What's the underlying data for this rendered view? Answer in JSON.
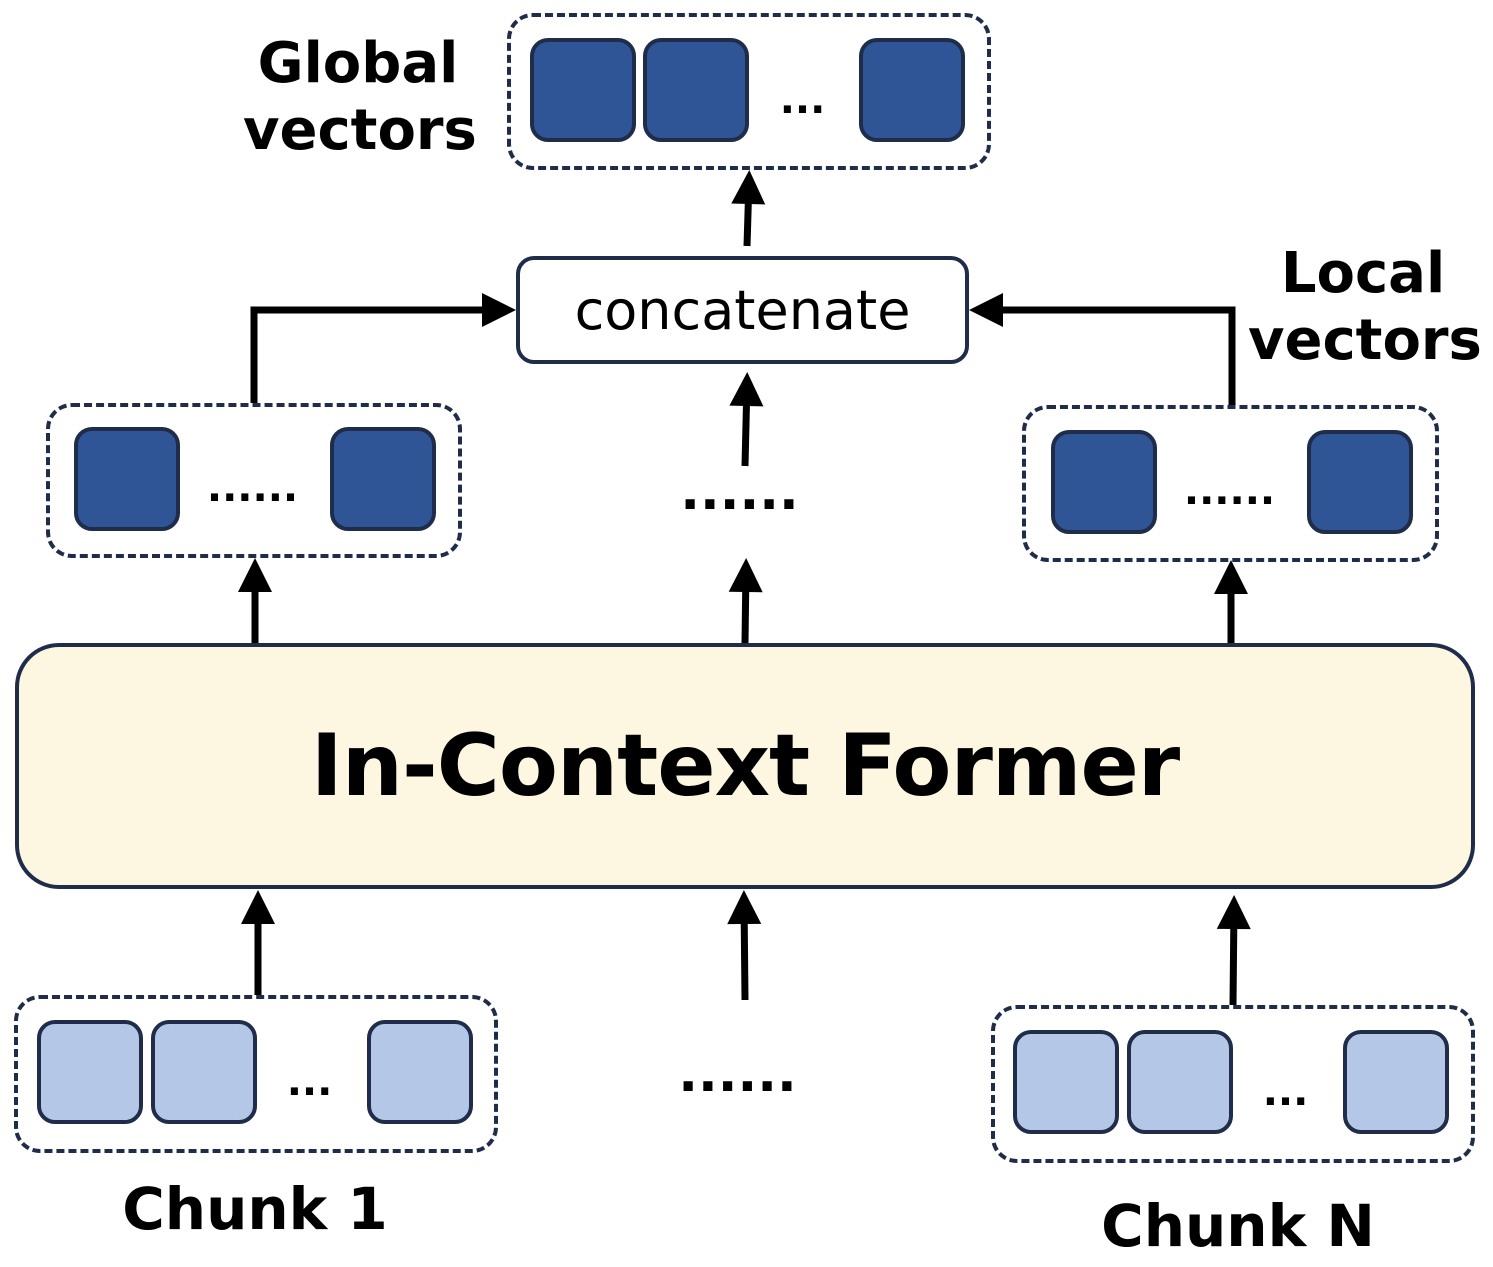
{
  "labels": {
    "global_line1": "Global",
    "global_line2": "vectors",
    "local_line1": "Local",
    "local_line2": "vectors",
    "concatenate": "concatenate",
    "former": "In-Context Former",
    "chunk_first": "Chunk 1",
    "chunk_last": "Chunk N"
  },
  "dots": {
    "short": "...",
    "long": "......"
  },
  "colors": {
    "dark_token": "#2F5597",
    "light_token": "#B4C7E7",
    "border": "#1F2D4A",
    "former_fill": "#FDF6E0",
    "arrow": "#000000"
  }
}
